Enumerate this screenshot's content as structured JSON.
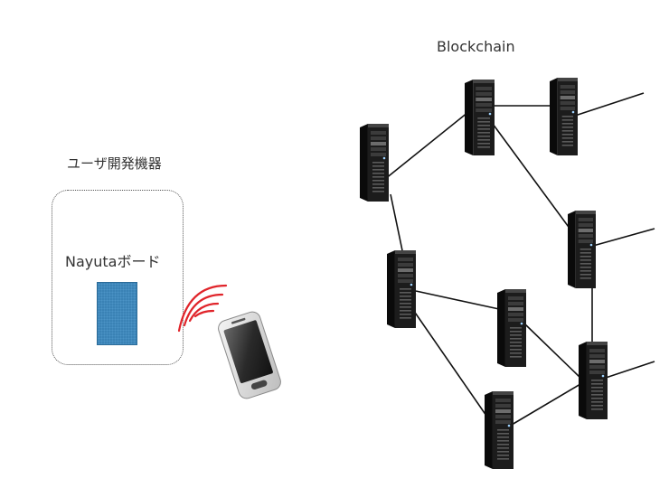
{
  "device_area": {
    "title": "ユーザ開発機器",
    "board_label": "Nayutaボード",
    "board_color": "#3a82b5"
  },
  "blockchain": {
    "title": "Blockchain",
    "line_color": "#111111",
    "server_color": "#1c1c1c"
  },
  "icons": {
    "signal": "wireless-signal-icon",
    "phone": "smartphone-icon",
    "server": "server-rack-icon"
  },
  "signal_color": "#e0242a"
}
